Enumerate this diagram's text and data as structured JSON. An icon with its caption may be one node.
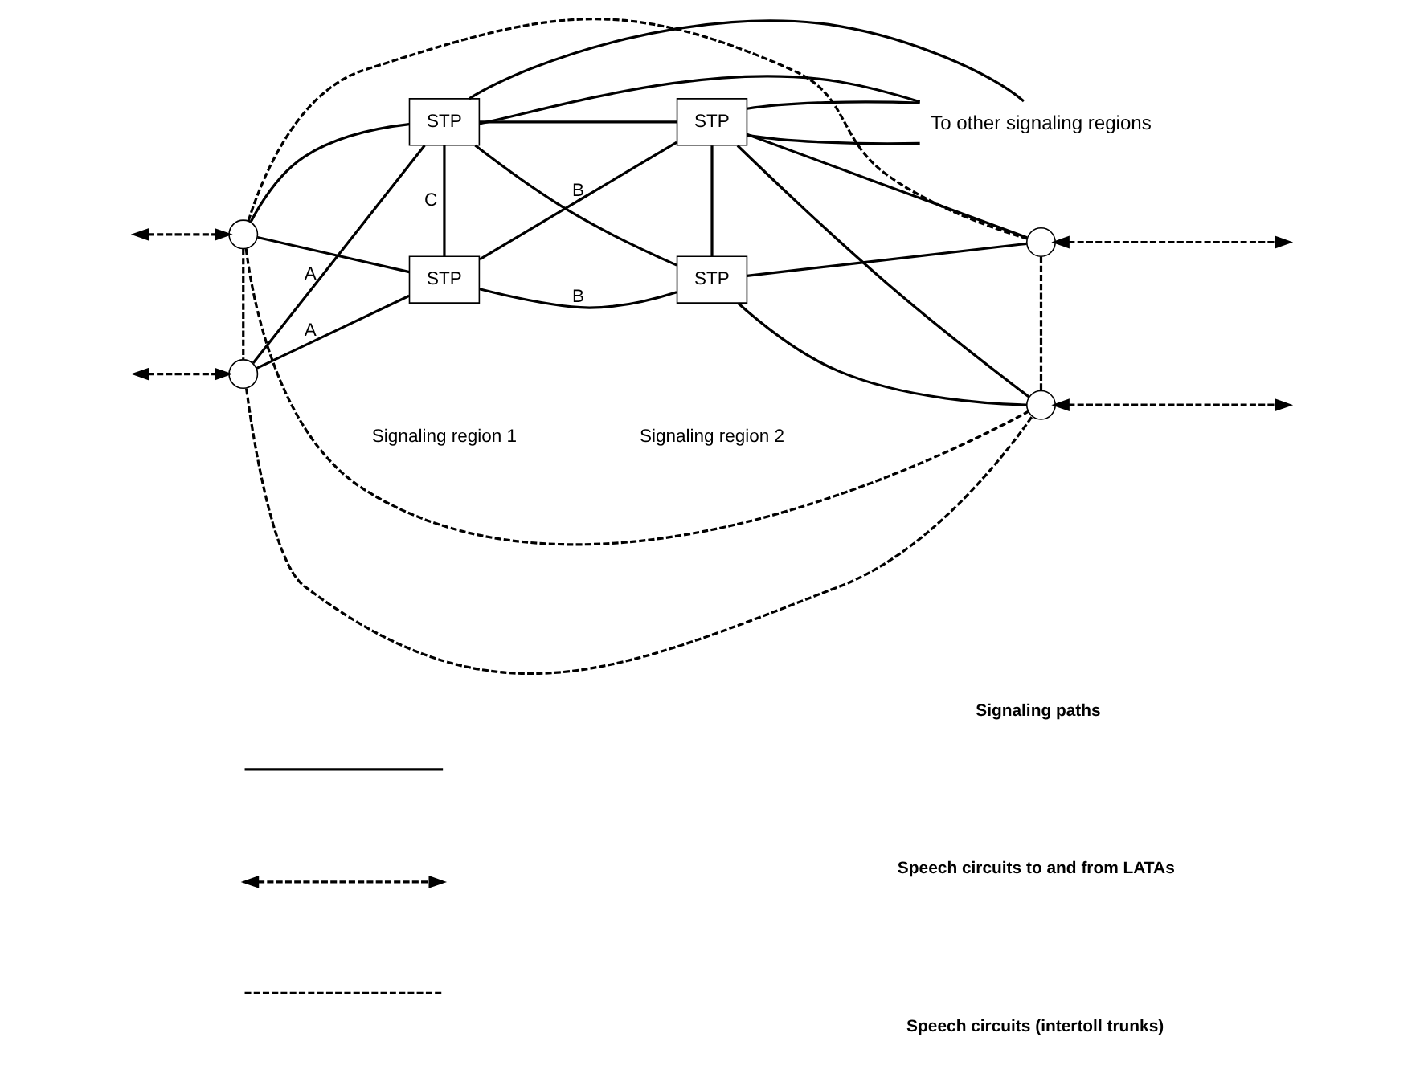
{
  "diagram": {
    "nodes": [
      {
        "text": [
          "STP"
        ]
      },
      {
        "text": [
          "STP"
        ]
      },
      {
        "text": [
          "STP"
        ]
      },
      {
        "text": [
          "STP"
        ]
      },
      {
        "text": [],
        "shape": "circle"
      },
      {
        "text": [],
        "shape": "circle"
      },
      {
        "text": [],
        "shape": "circle"
      },
      {
        "text": [],
        "shape": "circle"
      },
      {
        "text": [
          "To other signaling regions"
        ]
      }
    ],
    "edges": [
      {
        "from": 4,
        "to": 0,
        "arrow": "none"
      },
      {
        "from": 4,
        "to": 1,
        "arrow": "none"
      },
      {
        "from": 5,
        "to": 0,
        "arrow": "none",
        "label": "A"
      },
      {
        "from": 5,
        "to": 1,
        "arrow": "none",
        "label": "A"
      },
      {
        "from": 0,
        "to": 1,
        "arrow": "none",
        "label": "C"
      },
      {
        "from": 0,
        "to": 2,
        "arrow": "none"
      },
      {
        "from": 0,
        "to": 3,
        "arrow": "none"
      },
      {
        "from": 1,
        "to": 2,
        "arrow": "none",
        "label": "B"
      },
      {
        "from": 1,
        "to": 3,
        "arrow": "none",
        "label": "B"
      },
      {
        "from": 2,
        "to": 3,
        "arrow": "none"
      },
      {
        "from": 2,
        "to": 6,
        "arrow": "none"
      },
      {
        "from": 3,
        "to": 6,
        "arrow": "none"
      },
      {
        "from": 2,
        "to": 7,
        "arrow": "none"
      },
      {
        "from": 3,
        "to": 7,
        "arrow": "none"
      },
      {
        "from": 0,
        "to": 8,
        "arrow": "none"
      },
      {
        "from": 0,
        "to": 8,
        "arrow": "none"
      },
      {
        "from": 2,
        "to": 8,
        "arrow": "none"
      },
      {
        "from": 2,
        "to": 8,
        "arrow": "none"
      },
      {
        "from": null,
        "to": 4,
        "arrow": "both",
        "style": "dashed"
      },
      {
        "from": null,
        "to": 5,
        "arrow": "both",
        "style": "dashed"
      },
      {
        "from": 6,
        "to": null,
        "arrow": "both",
        "style": "dashed"
      },
      {
        "from": 7,
        "to": null,
        "arrow": "both",
        "style": "dashed"
      },
      {
        "from": 4,
        "to": 5,
        "arrow": "none",
        "style": "dashed"
      },
      {
        "from": 4,
        "to": 6,
        "arrow": "none",
        "style": "dashed"
      },
      {
        "from": 4,
        "to": 7,
        "arrow": "none",
        "style": "dashed"
      },
      {
        "from": 5,
        "to": 7,
        "arrow": "none",
        "style": "dashed"
      },
      {
        "from": 6,
        "to": 7,
        "arrow": "none",
        "style": "dashed"
      }
    ],
    "labels": [
      "Signaling region 1",
      "Signaling region 2"
    ],
    "legend": [
      {
        "text": "Signaling paths"
      },
      {
        "text": "Speech circuits to and from LATAs"
      },
      {
        "text": "Speech circuits (intertoll trunks)"
      }
    ]
  }
}
